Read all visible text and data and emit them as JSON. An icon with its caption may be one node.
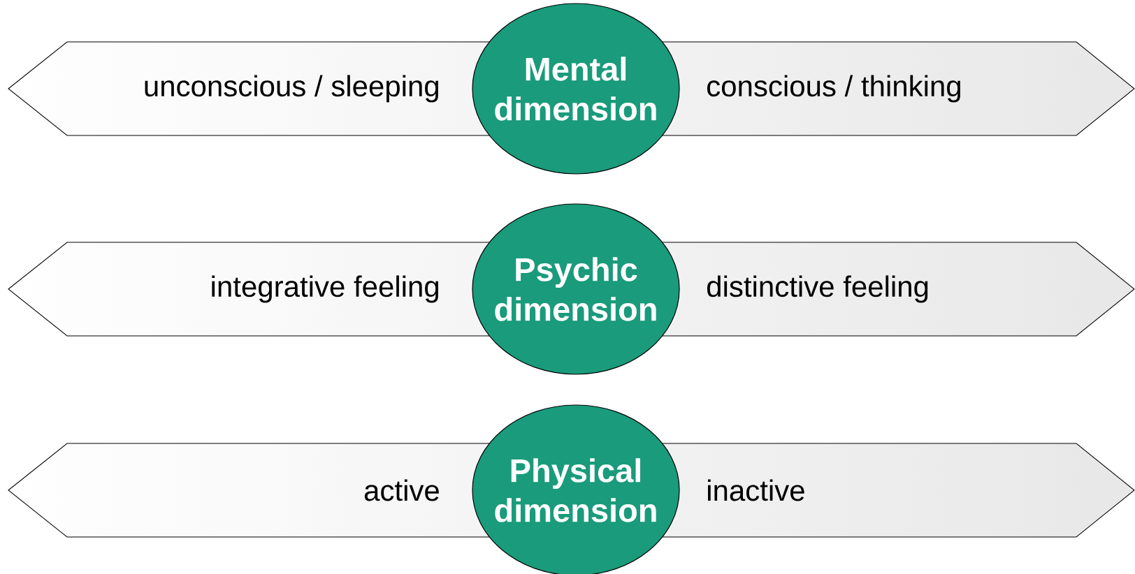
{
  "diagram": {
    "nodes": [
      {
        "text": [
          "unconscious / sleeping",
          "conscious / thinking"
        ]
      },
      {
        "text": [
          "Mental dimension"
        ]
      },
      {
        "text": [
          "integrative feeling",
          "distinctive feeling"
        ]
      },
      {
        "text": [
          "Psychic dimension"
        ]
      },
      {
        "text": [
          "active",
          "inactive"
        ]
      },
      {
        "text": [
          "Physical dimension"
        ]
      }
    ]
  }
}
